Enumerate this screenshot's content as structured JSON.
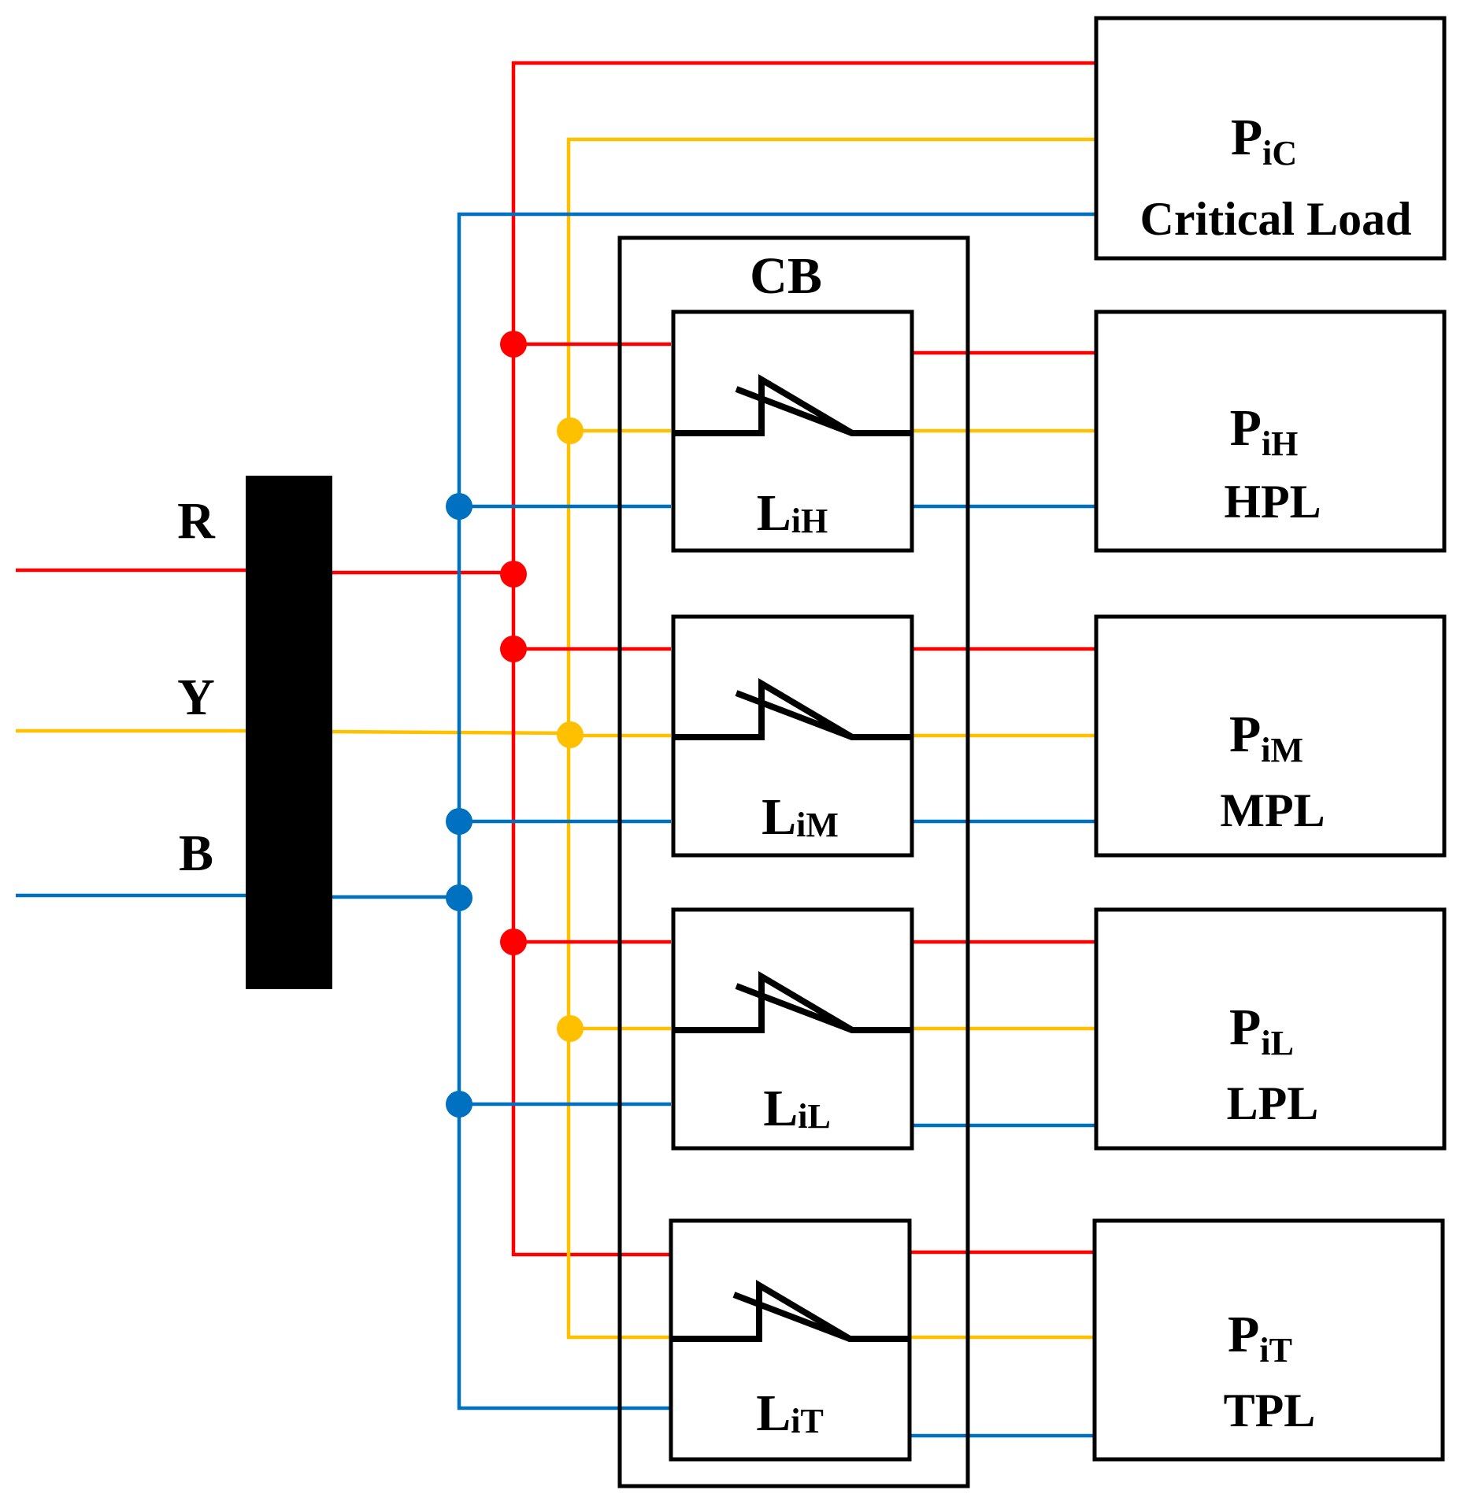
{
  "colors": {
    "phase_r": "#ff0000",
    "phase_y": "#ffc000",
    "phase_b": "#0070c0",
    "busbar": "#000000",
    "outline": "#000000"
  },
  "phases": [
    {
      "label": "R",
      "color_key": "phase_r"
    },
    {
      "label": "Y",
      "color_key": "phase_y"
    },
    {
      "label": "B",
      "color_key": "phase_b"
    }
  ],
  "cb_group": {
    "label": "CB"
  },
  "breakers": [
    {
      "base": "L",
      "sub": "iH"
    },
    {
      "base": "L",
      "sub": "iM"
    },
    {
      "base": "L",
      "sub": "iL"
    },
    {
      "base": "L",
      "sub": "iT"
    }
  ],
  "loads": [
    {
      "base": "P",
      "sub": "iC",
      "name": "Critical Load"
    },
    {
      "base": "P",
      "sub": "iH",
      "name": "HPL"
    },
    {
      "base": "P",
      "sub": "iM",
      "name": "MPL"
    },
    {
      "base": "P",
      "sub": "iL",
      "name": "LPL"
    },
    {
      "base": "P",
      "sub": "iT",
      "name": "TPL"
    }
  ]
}
